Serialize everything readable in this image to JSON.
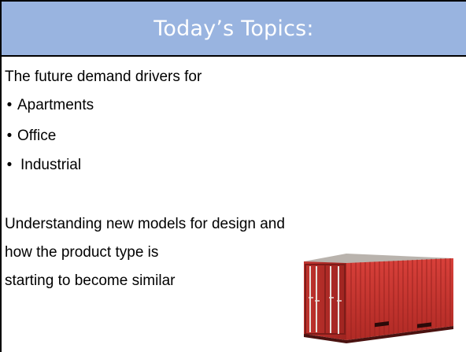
{
  "title": "Today’s Topics:",
  "intro": "The future demand drivers for",
  "bullets": [
    {
      "marker": "•",
      "text": "Apartments"
    },
    {
      "marker": "•",
      "text": "Office"
    },
    {
      "marker": "•",
      "text": "Industrial"
    }
  ],
  "paragraph_lines": [
    "Understanding new models for design and",
    "how the product type is",
    "starting to become similar"
  ],
  "colors": {
    "title_bar": "#99b4e0",
    "container_red": "#c8322e"
  }
}
